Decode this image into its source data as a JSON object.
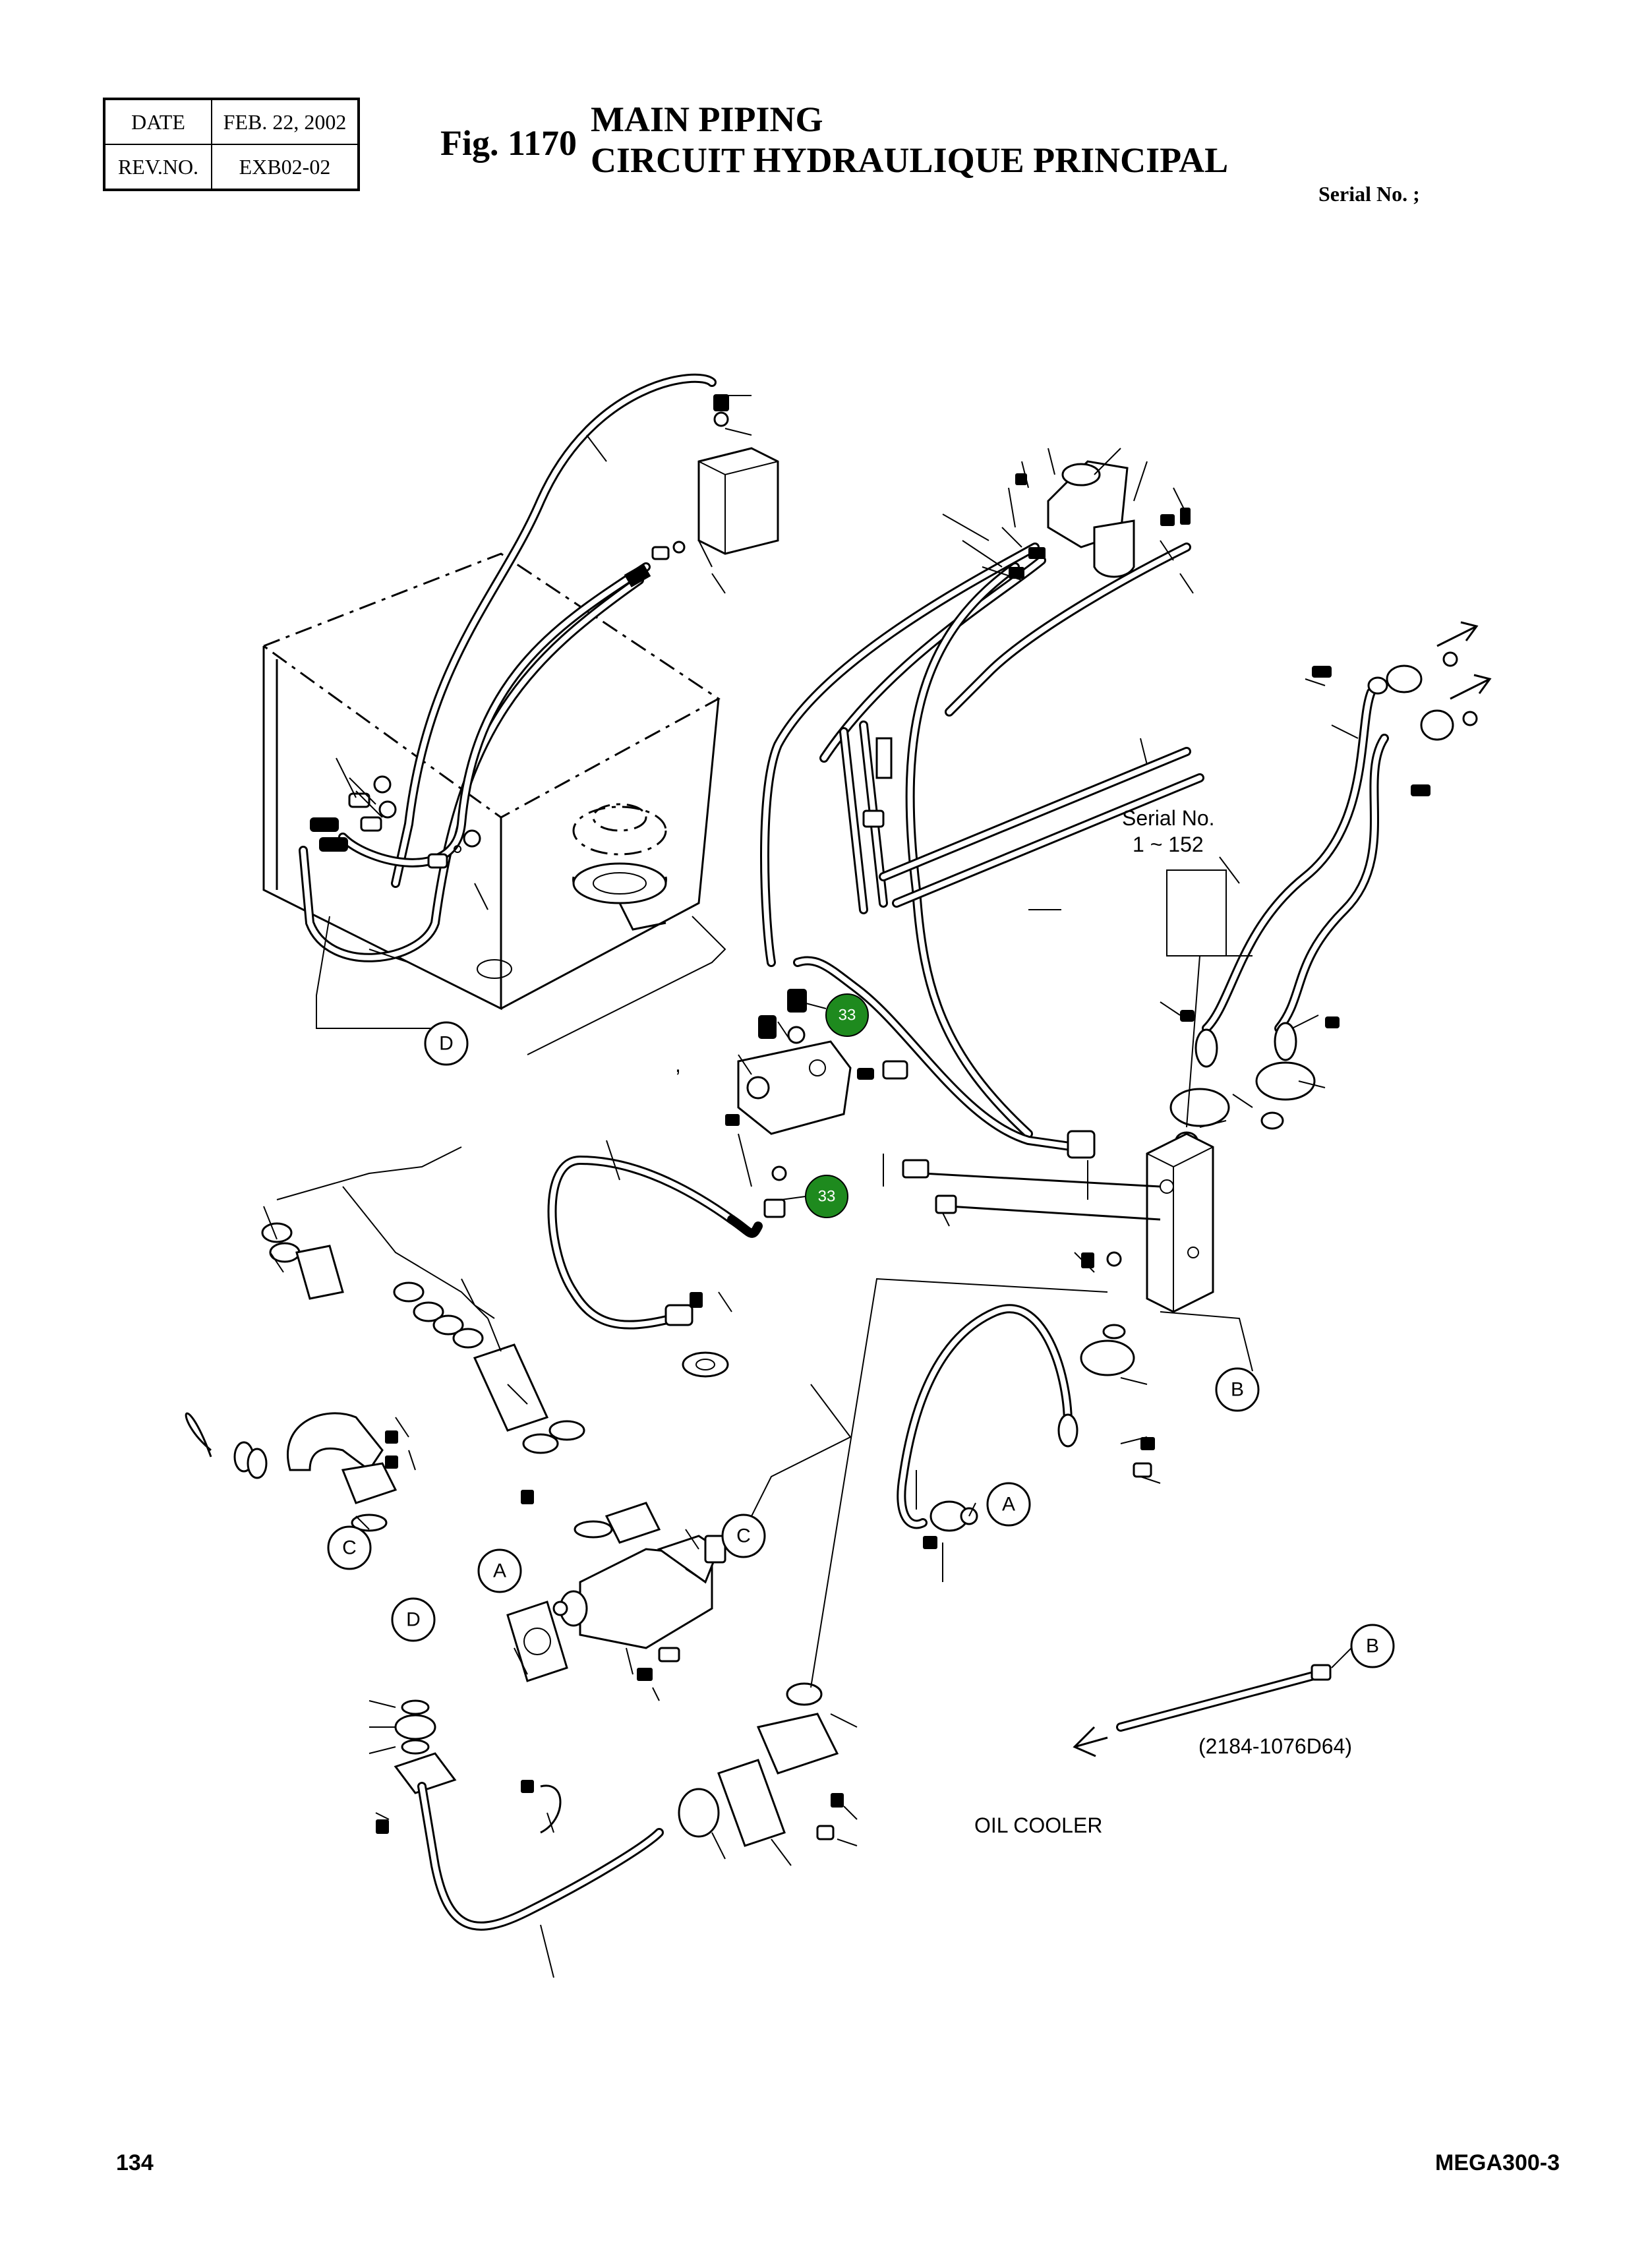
{
  "header": {
    "date_label": "DATE",
    "date_value": "FEB. 22, 2002",
    "rev_label": "REV.NO.",
    "rev_value": "EXB02-02",
    "figure_no": "Fig. 1170",
    "title_en": "MAIN PIPING",
    "title_fr": "CIRCUIT HYDRAULIQUE PRINCIPAL",
    "serial_label": "Serial No. ;"
  },
  "diagram": {
    "serial_range_label_1": "Serial No.",
    "serial_range_label_2": "1 ~ 152",
    "oil_cooler_label": "OIL COOLER",
    "part_code": "(2184-1076D64)",
    "callouts": {
      "a1": "A",
      "a2": "A",
      "b1": "B",
      "b2": "B",
      "c1": "C",
      "c2": "C",
      "d1": "D",
      "d2": "D"
    },
    "badges": {
      "badge1": "33",
      "badge2": "33"
    },
    "badge_color": "#1e8a1e",
    "stray_mark": ","
  },
  "footer": {
    "page_number": "134",
    "model": "MEGA300-3"
  }
}
